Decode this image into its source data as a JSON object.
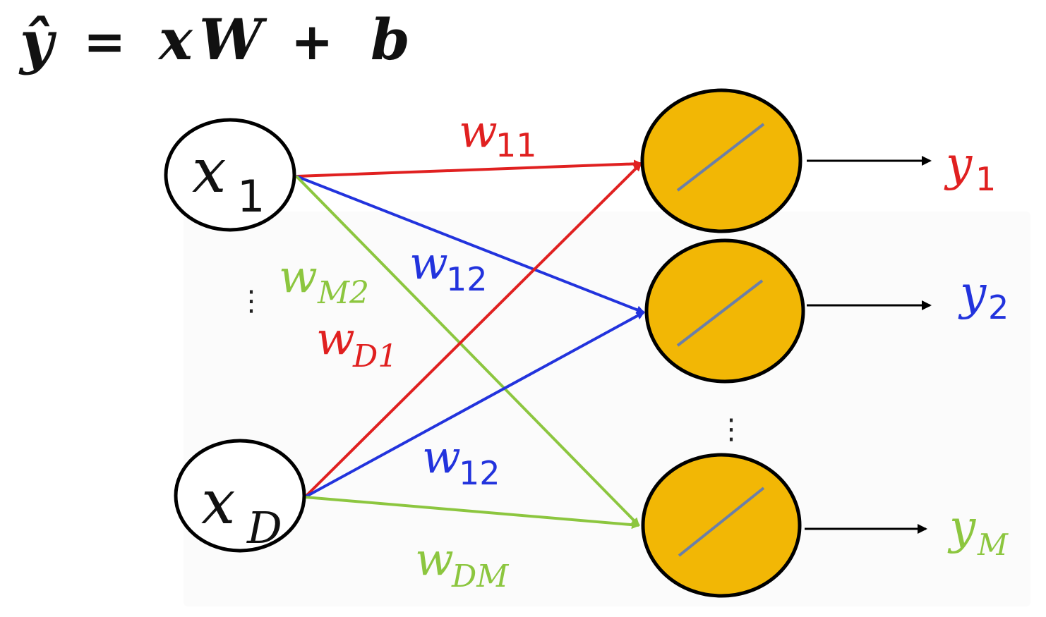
{
  "equation": {
    "lhs": "ŷ",
    "equals": "=",
    "rhs_x": "x",
    "rhs_w": "W",
    "plus": "+",
    "rhs_b": "b"
  },
  "inputs": [
    {
      "base": "x",
      "sub": "1"
    },
    {
      "base": "x",
      "sub": "D"
    }
  ],
  "outputs": [
    {
      "base": "y",
      "sub": "1",
      "color": "#e02020"
    },
    {
      "base": "y",
      "sub": "2",
      "color": "#2233dd"
    },
    {
      "base": "y",
      "sub": "M",
      "color": "#8cc63f"
    }
  ],
  "weights": [
    {
      "base": "w",
      "sub": "11",
      "color": "#e02020"
    },
    {
      "base": "w",
      "sub": "12",
      "color": "#2233dd"
    },
    {
      "base": "w",
      "sub": "M2",
      "color": "#8cc63f"
    },
    {
      "base": "w",
      "sub": "D1",
      "color": "#e02020"
    },
    {
      "base": "w",
      "sub": "12",
      "color": "#2233dd"
    },
    {
      "base": "w",
      "sub": "DM",
      "color": "#8cc63f"
    }
  ],
  "edges": [
    {
      "from": "x1",
      "to": "neuron1",
      "color": "#e02020"
    },
    {
      "from": "x1",
      "to": "neuron2",
      "color": "#2233dd"
    },
    {
      "from": "x1",
      "to": "neuronM",
      "color": "#8cc63f"
    },
    {
      "from": "xD",
      "to": "neuron1",
      "color": "#e02020"
    },
    {
      "from": "xD",
      "to": "neuron2",
      "color": "#2233dd"
    },
    {
      "from": "xD",
      "to": "neuronM",
      "color": "#8cc63f"
    }
  ],
  "neuron_fill": "#f2b705",
  "activation_line_color": "#6b7fa8",
  "ellipsis": "⋮"
}
